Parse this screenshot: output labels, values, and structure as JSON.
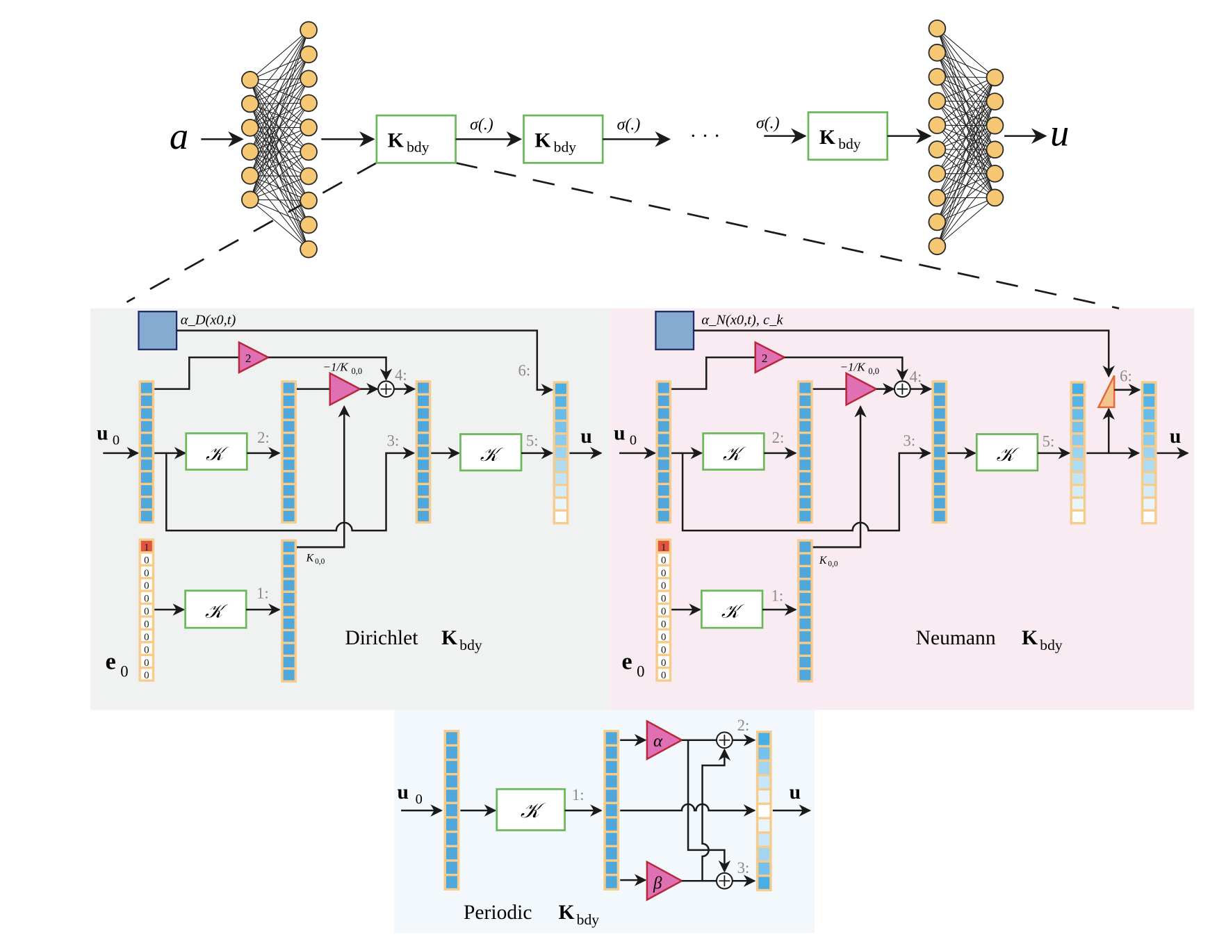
{
  "top": {
    "input_label": "a",
    "output_label": "u",
    "kernel_label": "K",
    "kernel_sub": "bdy",
    "activation_label": "σ(.)",
    "ellipsis": "· · ·",
    "layers": [
      {
        "kind": "kernel"
      },
      {
        "kind": "kernel"
      },
      {
        "kind": "kernel"
      }
    ]
  },
  "dirichlet": {
    "title": "Dirichlet ",
    "title_bold": "K",
    "title_sub": "bdy",
    "bg_color": "#f0f2f2",
    "param_label": "α_D(x0,t)",
    "input_u": "u",
    "input_u_sub": "0",
    "input_e": "e",
    "input_e_sub": "0",
    "output_u": "u",
    "gain_two": "2",
    "gain_inv": "−1/K",
    "gain_inv_sub": "0,0",
    "k00_label": "K",
    "k00_sub": "0,0",
    "kernel_symbol": "𝒦",
    "steps": [
      "1:",
      "2:",
      "3:",
      "4:",
      "5:",
      "6:"
    ],
    "e0_values": [
      "1",
      "0",
      "0",
      "0",
      "0",
      "0",
      "0",
      "0",
      "0",
      "0",
      "0"
    ]
  },
  "neumann": {
    "title": "Neumann ",
    "title_bold": "K",
    "title_sub": "bdy",
    "bg_color": "#f8ecf2",
    "param_label": "α_N(x0,t), c_k",
    "input_u": "u",
    "input_u_sub": "0",
    "input_e": "e",
    "input_e_sub": "0",
    "output_u": "u",
    "gain_two": "2",
    "gain_inv": "−1/K",
    "gain_inv_sub": "0,0",
    "k00_label": "K",
    "k00_sub": "0,0",
    "kernel_symbol": "𝒦",
    "steps": [
      "1:",
      "2:",
      "3:",
      "4:",
      "5:",
      "6:"
    ],
    "e0_values": [
      "1",
      "0",
      "0",
      "0",
      "0",
      "0",
      "0",
      "0",
      "0",
      "0",
      "0"
    ]
  },
  "periodic": {
    "title": "Periodic ",
    "title_bold": "K",
    "title_sub": "bdy",
    "bg_color": "#f3f8fc",
    "input_u": "u",
    "input_u_sub": "0",
    "output_u": "u",
    "kernel_symbol": "𝒦",
    "gain_alpha": "α",
    "gain_beta": "β",
    "steps": [
      "1:",
      "2:",
      "3:"
    ]
  },
  "colors": {
    "node_fill": "#f6c874",
    "kernel_box": "#6ab85a",
    "gain_fill": "#e070b4",
    "gain_stroke": "#b8283a",
    "cell_blue": "#4fa7dc",
    "vector_frame": "#f7cb8a",
    "param_box": "#85abd0",
    "param_box_stroke": "#1f2a66",
    "e0_one_cell": "#e0533e",
    "neumann_wedge": "#f4c58e"
  }
}
